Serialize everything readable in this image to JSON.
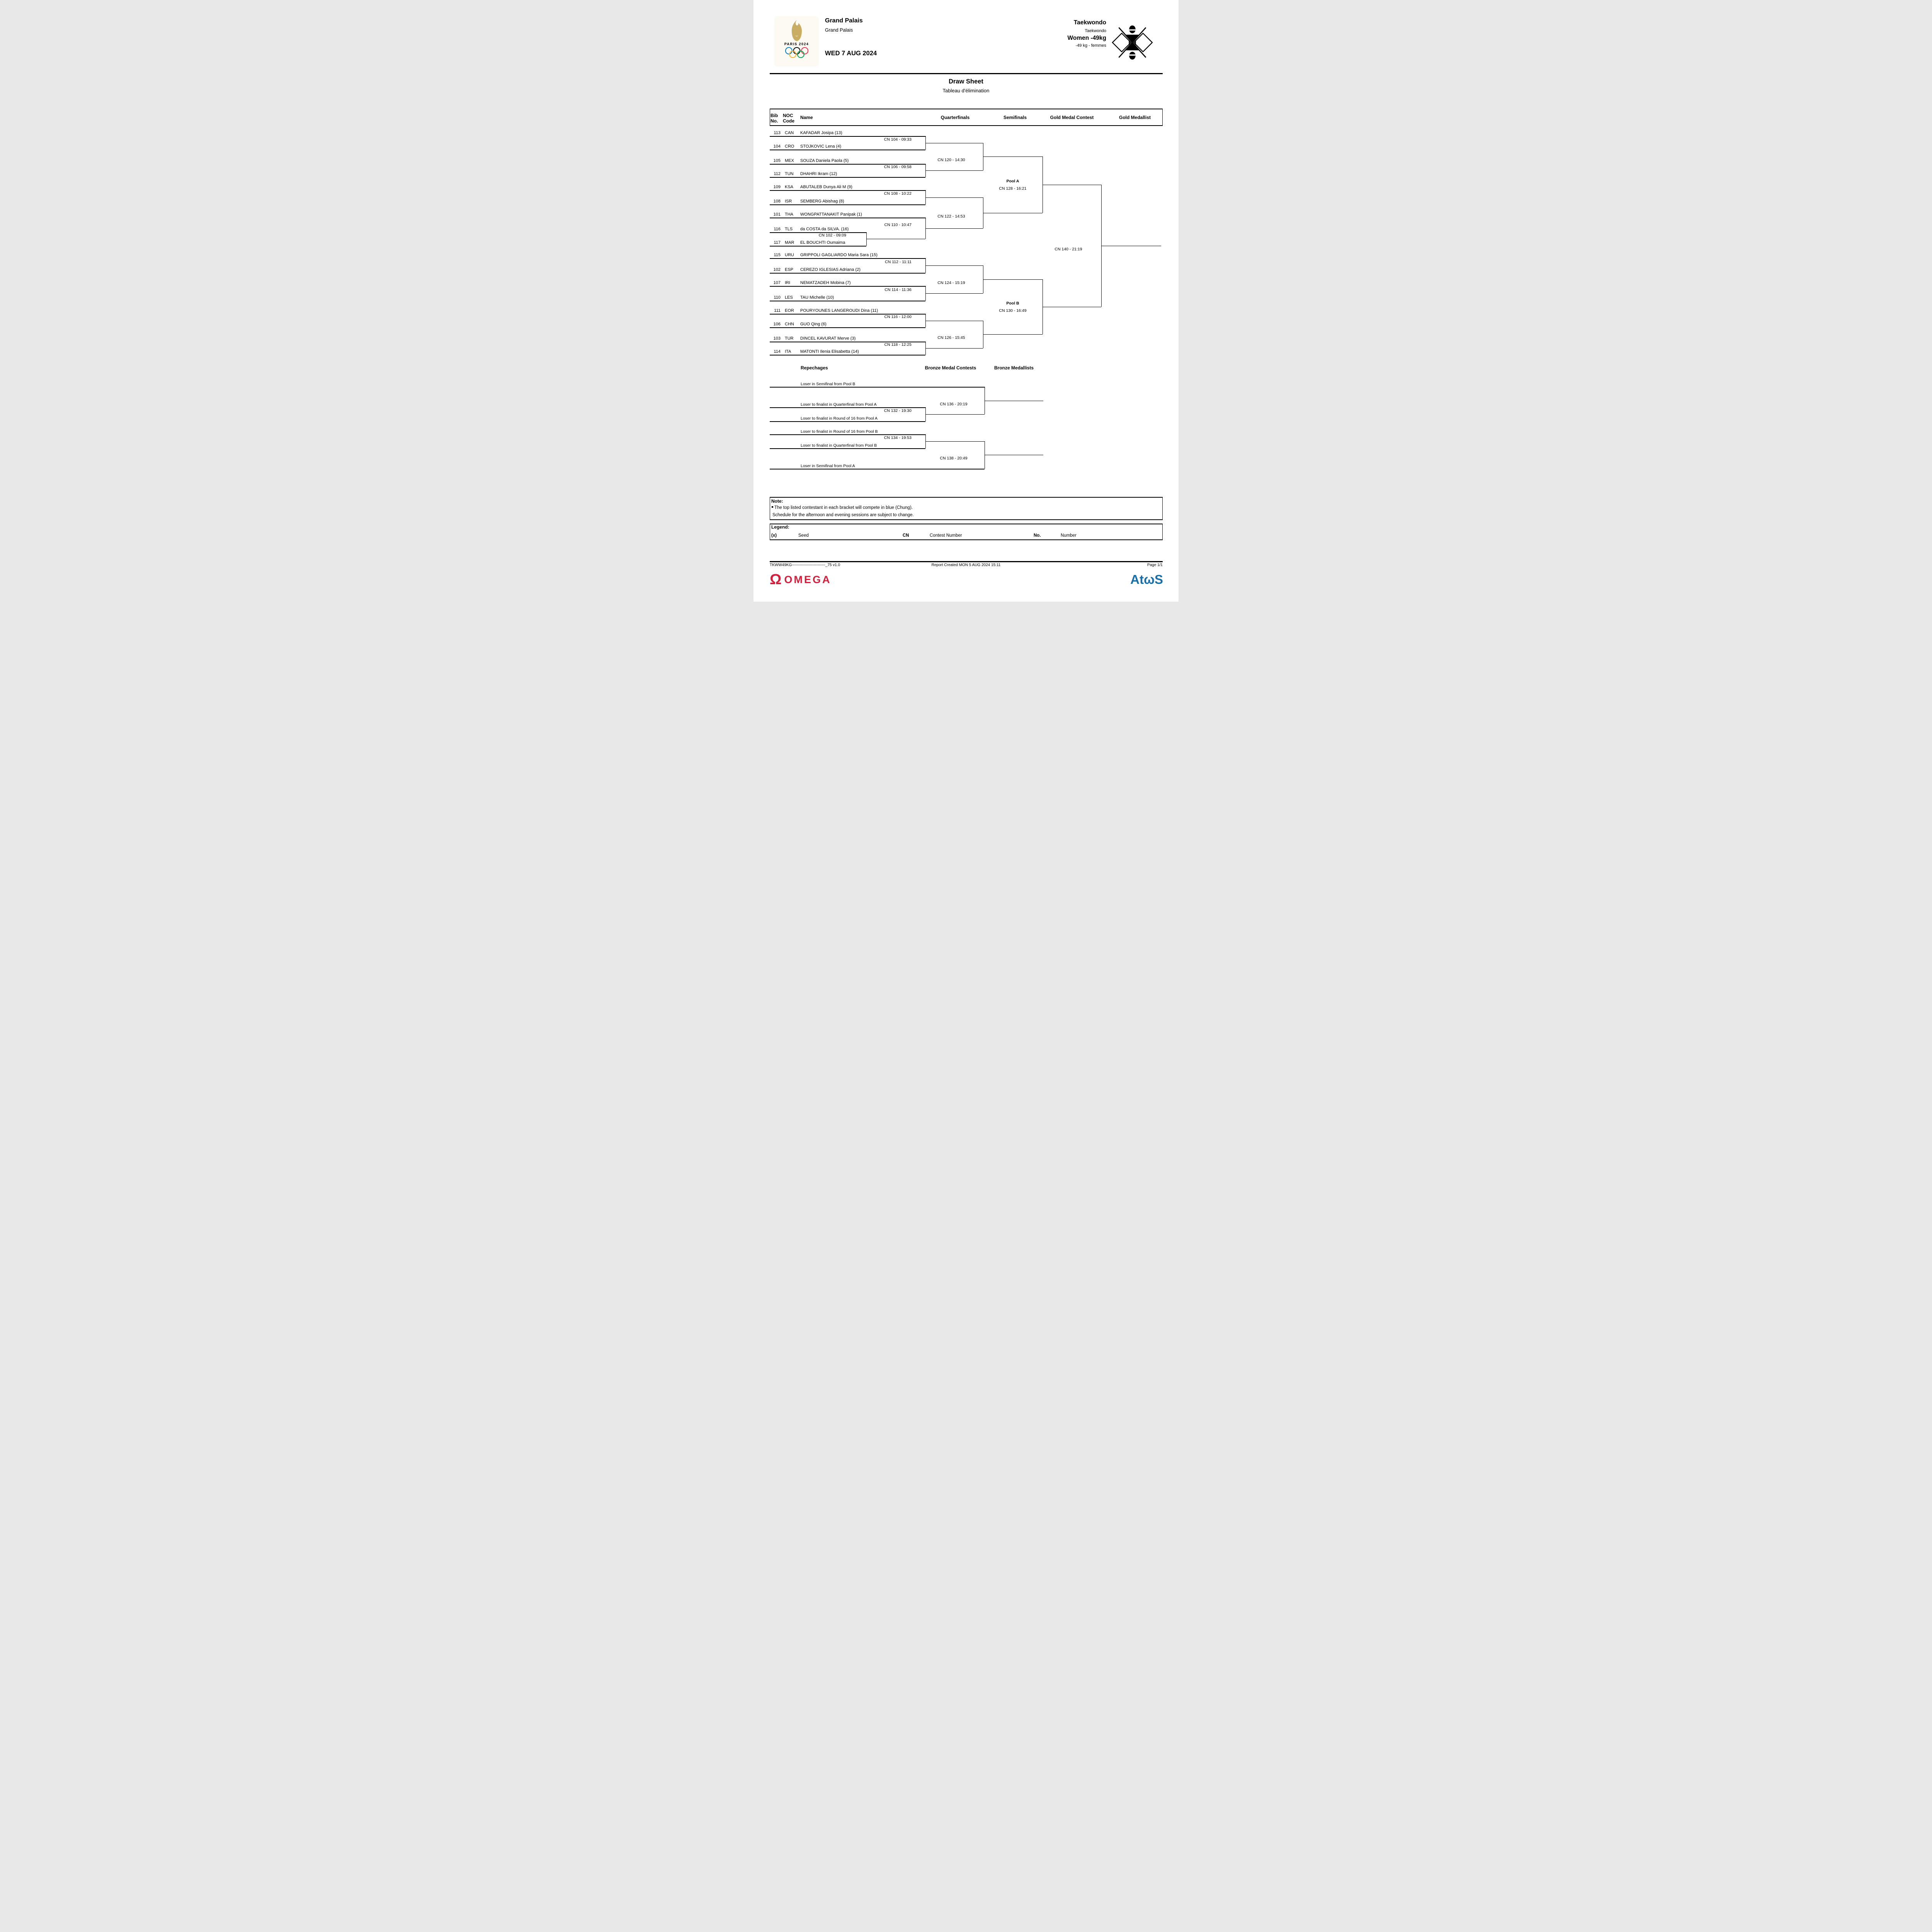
{
  "header": {
    "venue": "Grand Palais",
    "venue_sub": "Grand Palais",
    "date": "WED 7 AUG 2024",
    "sport": "Taekwondo",
    "sport_sub": "Taekwondo",
    "event": "Women -49kg",
    "event_sub": "-49 kg - femmes",
    "logo_text": "PARIS 2024"
  },
  "title": {
    "main": "Draw Sheet",
    "sub": "Tableau d'élimination"
  },
  "columns": {
    "bib1": "Bib",
    "bib2": "No.",
    "noc1": "NOC",
    "noc2": "Code",
    "name": "Name",
    "quarterfinals": "Quarterfinals",
    "semifinals": "Semifinals",
    "gold_medal_contest": "Gold Medal Contest",
    "gold_medallist": "Gold Medallist"
  },
  "athletes": [
    {
      "bib": "113",
      "noc": "CAN",
      "name": "KAFADAR Josipa (13)"
    },
    {
      "bib": "104",
      "noc": "CRO",
      "name": "STOJKOVIC Lena (4)"
    },
    {
      "bib": "105",
      "noc": "MEX",
      "name": "SOUZA Daniela Paola (5)"
    },
    {
      "bib": "112",
      "noc": "TUN",
      "name": "DHAHRI Ikram (12)"
    },
    {
      "bib": "109",
      "noc": "KSA",
      "name": "ABUTALEB Dunya Ali M (9)"
    },
    {
      "bib": "108",
      "noc": "ISR",
      "name": "SEMBERG Abishag (8)"
    },
    {
      "bib": "101",
      "noc": "THA",
      "name": "WONGPATTANAKIT Panipak (1)"
    },
    {
      "bib": "116",
      "noc": "TLS",
      "name": "da COSTA da SILVA. (16)"
    },
    {
      "bib": "117",
      "noc": "MAR",
      "name": "EL BOUCHTI Oumaima"
    },
    {
      "bib": "115",
      "noc": "URU",
      "name": "GRIPPOLI GAGLIARDO Maria Sara (15)"
    },
    {
      "bib": "102",
      "noc": "ESP",
      "name": "CEREZO IGLESIAS Adriana (2)"
    },
    {
      "bib": "107",
      "noc": "IRI",
      "name": "NEMATZADEH Mobina (7)"
    },
    {
      "bib": "110",
      "noc": "LES",
      "name": "TAU Michelle (10)"
    },
    {
      "bib": "111",
      "noc": "EOR",
      "name": "POURYOUNES LANGEROUDI Dina (11)"
    },
    {
      "bib": "106",
      "noc": "CHN",
      "name": "GUO Qing (6)"
    },
    {
      "bib": "103",
      "noc": "TUR",
      "name": "DINCEL KAVURAT Merve (3)"
    },
    {
      "bib": "114",
      "noc": "ITA",
      "name": "MATONTI Ilenia Elisabetta (14)"
    }
  ],
  "matches": {
    "cn102": "CN 102 - 09:09",
    "cn104": "CN 104 - 09:33",
    "cn106": "CN 106 - 09:58",
    "cn108": "CN 108 - 10:22",
    "cn110": "CN 110 - 10:47",
    "cn112": "CN 112 - 11:11",
    "cn114": "CN 114 - 11:36",
    "cn116": "CN 116 - 12:00",
    "cn118": "CN 118 - 12:25",
    "cn120": "CN 120 - 14:30",
    "cn122": "CN 122 - 14:53",
    "cn124": "CN 124 - 15:19",
    "cn126": "CN 126 - 15:45",
    "cn140": "CN 140 - 21:19"
  },
  "pools": {
    "a": {
      "label": "Pool A",
      "cn": "CN 128 - 16:21"
    },
    "b": {
      "label": "Pool B",
      "cn": "CN 130 - 16:49"
    }
  },
  "repechage": {
    "title": "Repechages",
    "bronze_contests": "Bronze Medal Contests",
    "bronze_medallists": "Bronze Medallists",
    "slots": [
      "Loser in Semifinal from Pool B",
      "Loser to finalist in Quarterfinal from Pool A",
      "Loser to finalist in Round of 16 from Pool A",
      "Loser to finalist in Round of 16 from Pool B",
      "Loser to finalist in Quarterfinal from Pool B",
      "Loser in Semifinal from Pool A"
    ],
    "cn132": "CN 132 - 19:30",
    "cn134": "CN 134 - 19:53",
    "cn136": "CN 136 - 20:19",
    "cn138": "CN 138 - 20:49"
  },
  "note": {
    "title": "Note:",
    "line1": "The top listed contestant in each bracket will compete in blue (Chung).",
    "line2": "Schedule for the afternoon and evening sessions are subject to change."
  },
  "legend": {
    "title": "Legend:",
    "seed_key": "(x)",
    "seed_val": "Seed",
    "cn_key": "CN",
    "cn_val": "Contest Number",
    "no_key": "No.",
    "no_val": "Number"
  },
  "footer": {
    "left": "TKWW49KG--------------------------_75 v1.0",
    "center": "Report Created MON 5 AUG 2024 15:11",
    "right": "Page 1/1"
  },
  "branding": {
    "omega_symbol": "Ω",
    "omega_word": "OMEGA",
    "atos": "AtωS"
  },
  "colors": {
    "line": "#000000",
    "omega_red": "#d31f3c",
    "atos_blue": "#1b6fa8",
    "paris_gold": "#c9ad63",
    "ring_blue": "#0081c8",
    "ring_yellow": "#fcb131",
    "ring_black": "#000000",
    "ring_green": "#00a651",
    "ring_red": "#ee334e"
  }
}
